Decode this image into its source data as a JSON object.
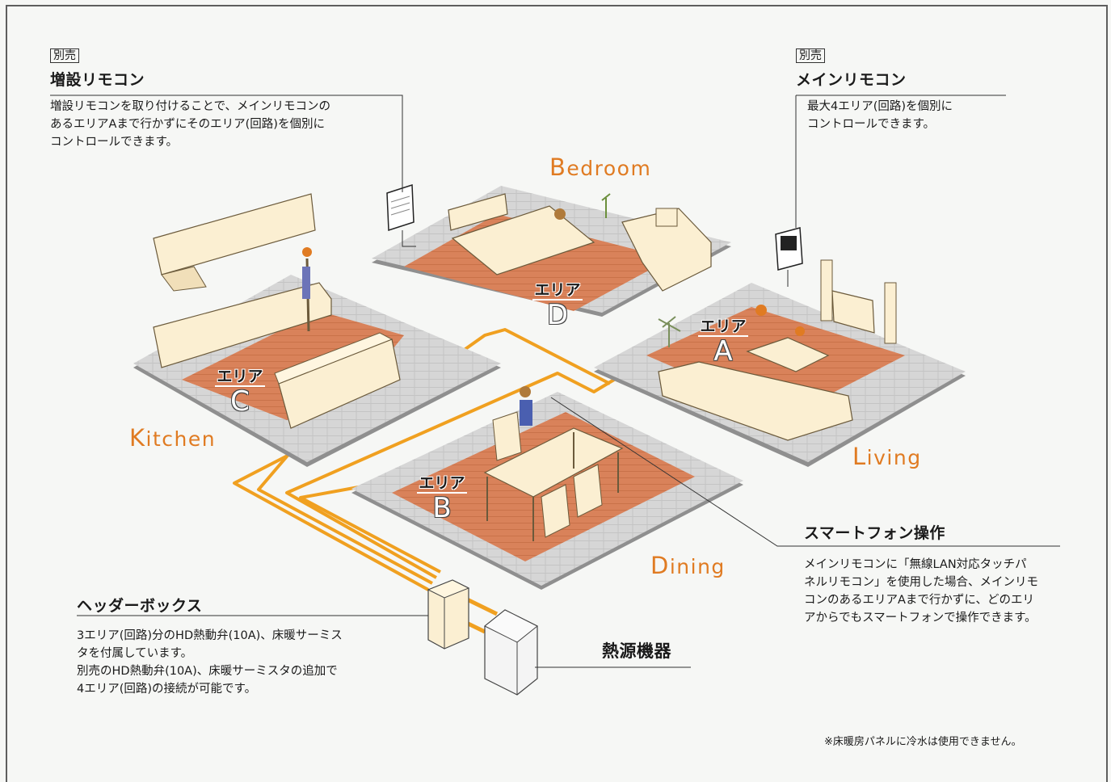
{
  "callouts": {
    "sub_remote": {
      "badge": "別売",
      "title": "増設リモコン",
      "lines": [
        "増設リモコンを取り付けることで、メインリモコンの",
        "あるエリアAまで行かずにそのエリア(回路)を個別に",
        "コントロールできます。"
      ]
    },
    "main_remote": {
      "badge": "別売",
      "title": "メインリモコン",
      "lines": [
        "最大4エリア(回路)を個別に",
        "コントロールできます。"
      ]
    },
    "smartphone": {
      "title": "スマートフォン操作",
      "lines": [
        "メインリモコンに「無線LAN対応タッチパ",
        "ネルリモコン」を使用した場合、メインリモ",
        "コンのあるエリアAまで行かずに、どのエリ",
        "アからでもスマートフォンで操作できます。"
      ]
    },
    "header_box": {
      "title": "ヘッダーボックス",
      "lines": [
        "3エリア(回路)分のHD熱動弁(10A)、床暖サーミス",
        "タを付属しています。",
        "別売のHD熱動弁(10A)、床暖サーミスタの追加で",
        "4エリア(回路)の接続が可能です。"
      ]
    },
    "heat_source": {
      "title": "熱源機器"
    }
  },
  "rooms": {
    "bedroom": {
      "cap": "B",
      "rest": "edroom"
    },
    "kitchen": {
      "cap": "K",
      "rest": "itchen"
    },
    "living": {
      "cap": "L",
      "rest": "iving"
    },
    "dining": {
      "cap": "D",
      "rest": "ining"
    }
  },
  "areas": {
    "a": {
      "title": "エリア",
      "letter": "A"
    },
    "b": {
      "title": "エリア",
      "letter": "B"
    },
    "c": {
      "title": "エリア",
      "letter": "C"
    },
    "d": {
      "title": "エリア",
      "letter": "D"
    }
  },
  "footnote": "※床暖房パネルに冷水は使用できません。",
  "colors": {
    "accent": "#e07b22",
    "pipe": "#f0a020",
    "heated_floor": "#d9825a",
    "floor": "#d2d2d2",
    "furniture": "#fbefd2"
  }
}
